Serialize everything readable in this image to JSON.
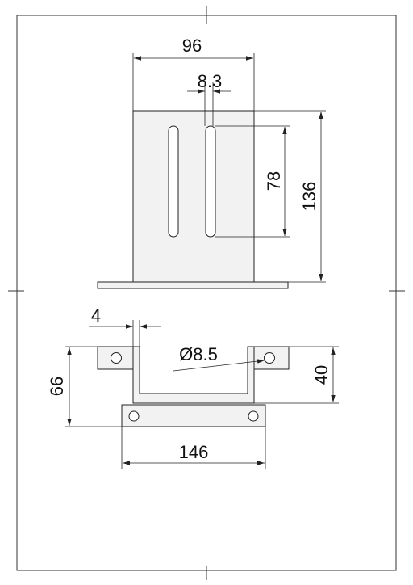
{
  "colors": {
    "line": "#222222",
    "part_fill": "#f2f2f2",
    "background": "#ffffff"
  },
  "dimensions": {
    "top_width": "96",
    "slot_spacing": "8.3",
    "slot_length": "78",
    "plate_height": "136",
    "thickness": "4",
    "hole_diameter": "Ø8.5",
    "total_height": "66",
    "bracket_height": "40",
    "base_width": "146"
  }
}
